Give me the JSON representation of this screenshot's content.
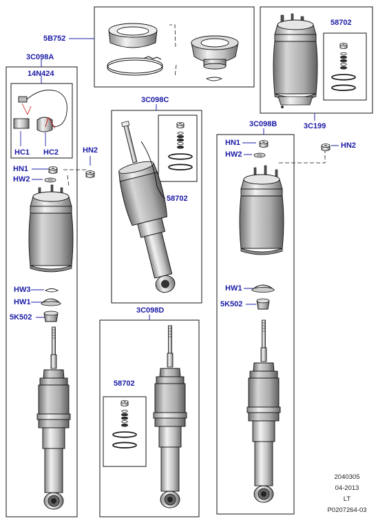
{
  "colors": {
    "label": "#1a1aa6",
    "line": "#111111",
    "part_fill": "#d9d9d9",
    "leader": "#1a1aa6"
  },
  "labels": {
    "l5B752": "5B752",
    "l3C098A": "3C098A",
    "l14N424": "14N424",
    "lHC1": "HC1",
    "lHC2": "HC2",
    "lHN2_left": "HN2",
    "lHN1_left": "HN1",
    "lHW2_left": "HW2",
    "lHW3": "HW3",
    "lHW1_left": "HW1",
    "l5K502_left": "5K502",
    "l3C098C": "3C098C",
    "l58702_mid": "58702",
    "l3C098D": "3C098D",
    "l58702_bot": "58702",
    "l58702_top": "58702",
    "l3C199": "3C199",
    "l3C098B": "3C098B",
    "lHN1_right": "HN1",
    "lHW2_right": "HW2",
    "lHN2_right": "HN2",
    "lHW1_right": "HW1",
    "l5K502_right": "5K502"
  },
  "footer": {
    "code": "2040305",
    "date": "04-2013",
    "initials": "LT",
    "ref": "P0207264-03"
  },
  "icons": [
    "air-spring-assembly",
    "shock-absorber",
    "nut",
    "washer",
    "sensor-harness",
    "mounting-bush",
    "retaining-clip"
  ]
}
